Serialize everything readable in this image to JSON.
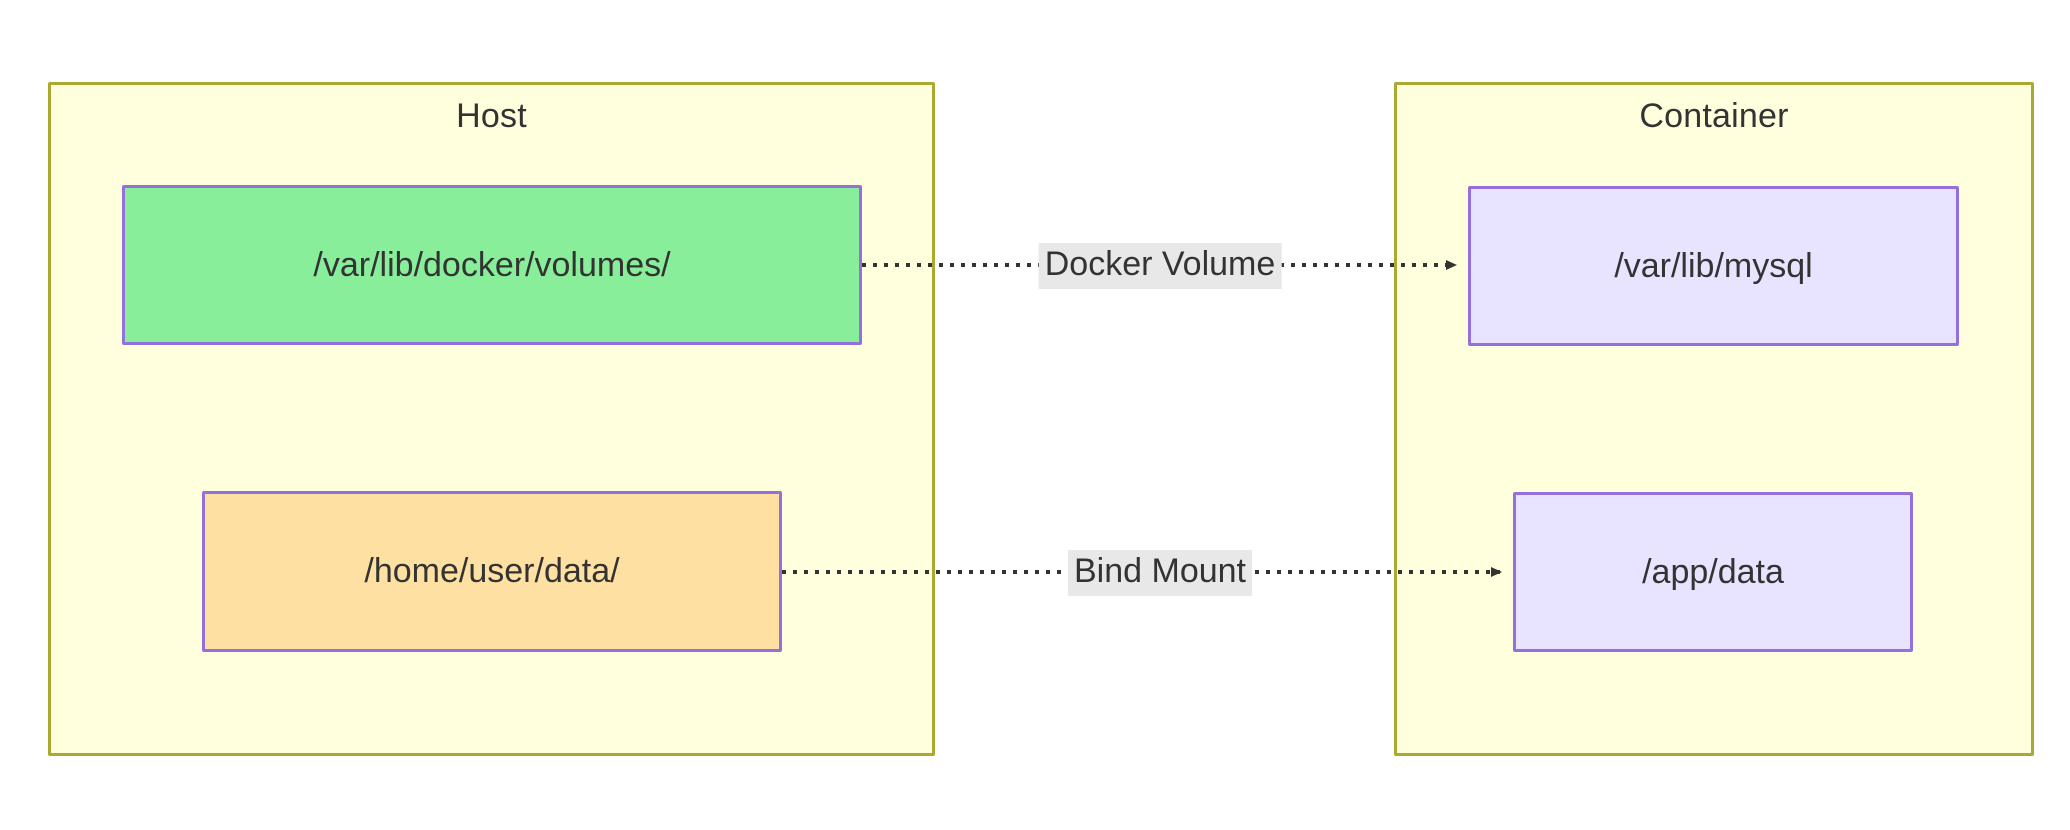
{
  "diagram": {
    "type": "flowchart",
    "direction": "left-to-right",
    "background_color": "#ffffff",
    "subgraphs": [
      {
        "id": "host",
        "title": "Host",
        "fill": "#ffffdd",
        "stroke": "#aaaa33",
        "nodes": [
          {
            "id": "host-volume-path",
            "label": "/var/lib/docker/volumes/",
            "fill": "#88ee99",
            "stroke": "#9370DB"
          },
          {
            "id": "host-bind-path",
            "label": "/home/user/data/",
            "fill": "#ffe0a3",
            "stroke": "#9370DB"
          }
        ]
      },
      {
        "id": "container",
        "title": "Container",
        "fill": "#ffffdd",
        "stroke": "#aaaa33",
        "nodes": [
          {
            "id": "container-mysql-path",
            "label": "/var/lib/mysql",
            "fill": "#e8e4ff",
            "stroke": "#9370DB"
          },
          {
            "id": "container-app-data-path",
            "label": "/app/data",
            "fill": "#e8e4ff",
            "stroke": "#9370DB"
          }
        ]
      }
    ],
    "edges": [
      {
        "id": "edge-docker-volume",
        "from": "host-volume-path",
        "to": "container-mysql-path",
        "label": "Docker Volume",
        "style": "dotted",
        "arrowhead": "triangle",
        "label_background": "#e8e8e8"
      },
      {
        "id": "edge-bind-mount",
        "from": "host-bind-path",
        "to": "container-app-data-path",
        "label": "Bind Mount",
        "style": "dotted",
        "arrowhead": "triangle",
        "label_background": "#e8e8e8"
      }
    ]
  }
}
